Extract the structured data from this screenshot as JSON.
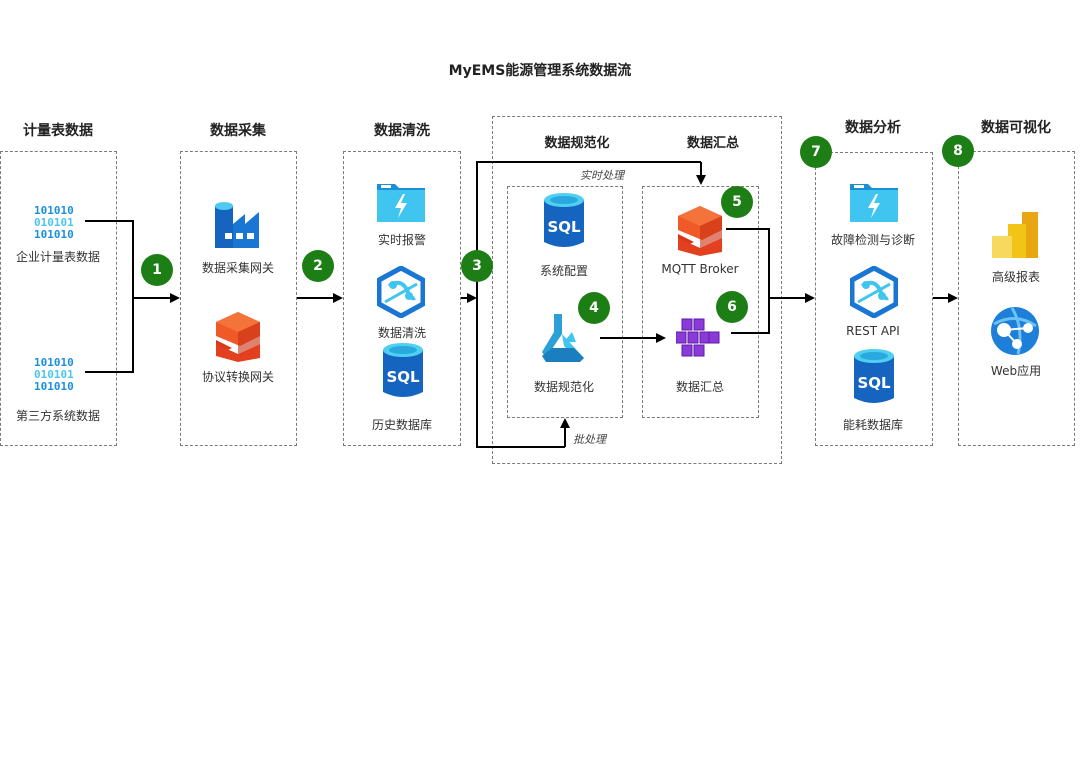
{
  "title": "MyEMS能源管理系统数据流",
  "stages": {
    "meter": {
      "title": "计量表数据",
      "items": [
        "企业计量表数据",
        "第三方系统数据"
      ]
    },
    "collect": {
      "title": "数据采集",
      "items": [
        "数据采集网关",
        "协议转换网关"
      ]
    },
    "clean": {
      "title": "数据清洗",
      "items": [
        "实时报警",
        "数据清洗",
        "历史数据库"
      ]
    },
    "normalize": {
      "title": "数据规范化",
      "items": [
        "系统配置",
        "数据规范化"
      ]
    },
    "aggregate": {
      "title": "数据汇总",
      "items": [
        "MQTT Broker",
        "数据汇总"
      ]
    },
    "analysis": {
      "title": "数据分析",
      "items": [
        "故障检测与诊断",
        "REST API",
        "能耗数据库"
      ]
    },
    "visual": {
      "title": "数据可视化",
      "items": [
        "高级报表",
        "Web应用"
      ]
    }
  },
  "flow_labels": {
    "realtime": "实时处理",
    "batch": "批处理"
  },
  "badges": [
    "1",
    "2",
    "3",
    "4",
    "5",
    "6",
    "7",
    "8"
  ],
  "icons": {
    "binary": "binary-data-icon",
    "factory": "data-factory-icon",
    "layers": "layered-cube-icon",
    "alert": "function-folder-icon",
    "synapse": "synapse-hex-icon",
    "sql": "sql-database-icon",
    "flask": "machine-learning-flask-icon",
    "cubes": "container-cluster-icon",
    "powerbi": "bar-report-icon",
    "web": "web-globe-icon"
  },
  "colors": {
    "badge": "#1e7e16",
    "dash": "#7a7a7a",
    "line": "#000000"
  }
}
